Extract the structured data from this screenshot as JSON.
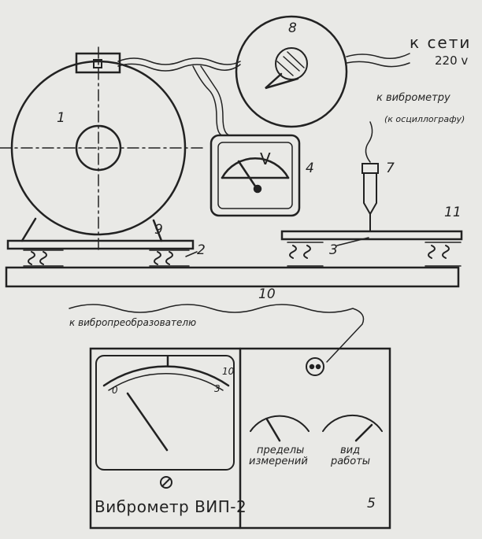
{
  "labels": {
    "n1": "1",
    "n2": "2",
    "n3": "3",
    "n4": "4",
    "n5": "5",
    "n7": "7",
    "n8": "8",
    "n9": "9",
    "n10": "10",
    "n11": "11",
    "to_network_1": "к сети",
    "to_network_2": "220 v",
    "to_vibrometer": "к виброметру",
    "to_oscillograph": "(к осциллографу)",
    "to_transducer": "к вибропреобразователю",
    "voltmeter_symbol": "V",
    "scale_min": "0",
    "scale_mid": "3",
    "scale_max": "10",
    "knob1_label_1": "пределы",
    "knob1_label_2": "измерений",
    "knob2_label_1": "вид",
    "knob2_label_2": "работы",
    "device_name": "Виброметр ВИП-2"
  },
  "colors": {
    "ink": "#222222",
    "paper": "#e9e9e6"
  }
}
